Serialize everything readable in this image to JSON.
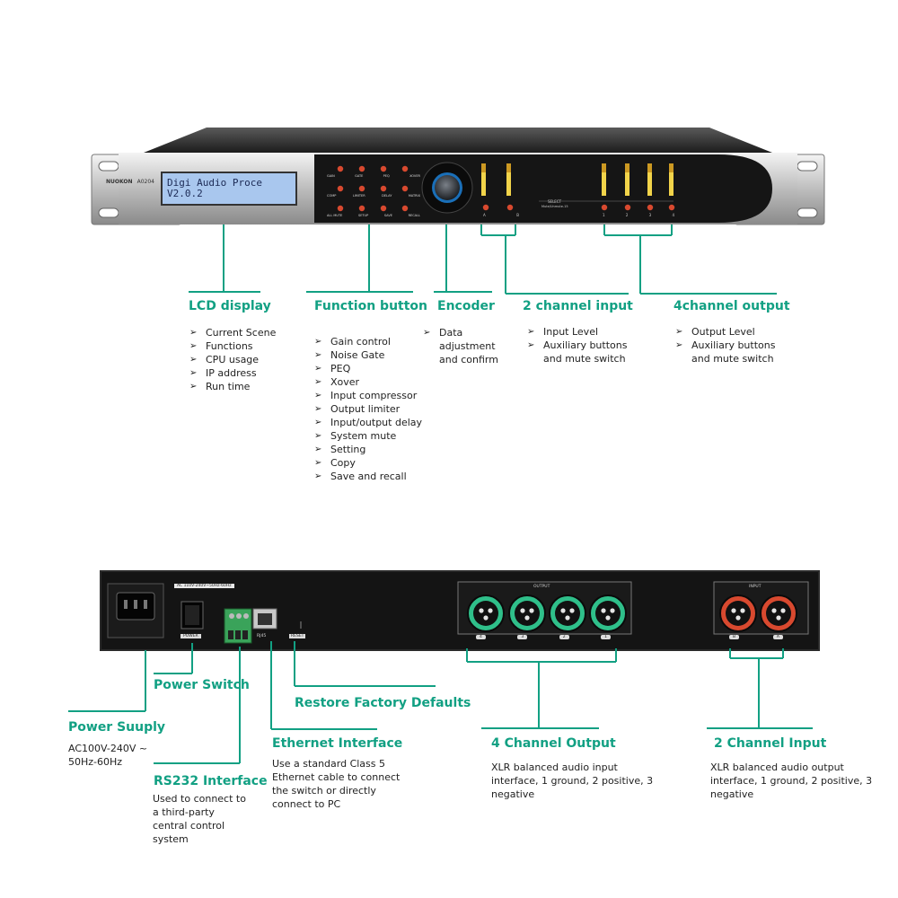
{
  "device": {
    "brand": "NUOKON",
    "model": "A0204",
    "lcd_line1": "Digi Audio Proce",
    "lcd_line2": "V2.0.2",
    "buttons_row1": [
      "GAIN",
      "GATE",
      "PEQ",
      "XOVER"
    ],
    "buttons_row2": [
      "COMP",
      "LIMITER",
      "DELAY",
      "MATRIX"
    ],
    "buttons_row3": [
      "ALL MUTE",
      "SETUP",
      "SAVE",
      "RECALL"
    ],
    "select_label": "SELECT",
    "mute_label": "Mute/Unmute-15",
    "input_channels": [
      "A",
      "B"
    ],
    "output_channels": [
      "1",
      "2",
      "3",
      "4"
    ],
    "rear_output_label": "OUTPUT",
    "rear_input_label": "INPUT",
    "rear_output_numbers": [
      "4",
      "3",
      "2",
      "1"
    ],
    "rear_input_numbers": [
      "B",
      "A"
    ],
    "power_rating": "AC 110V-240V~50Hz-60Hz",
    "power_button_label": "POWER",
    "reset_label": "RESET",
    "ethernet_label": "RJ45"
  },
  "annotations": {
    "lcd": {
      "title": "LCD display",
      "items": [
        "Current Scene",
        "Functions",
        "CPU usage",
        "IP address",
        "Run time"
      ]
    },
    "function": {
      "title": "Function button",
      "items": [
        "Gain control",
        "Noise Gate",
        "PEQ",
        "Xover",
        "Input compressor",
        "Output limiter",
        "Input/output delay",
        "System mute",
        "Setting",
        "Copy",
        "Save and recall"
      ]
    },
    "encoder": {
      "title": "Encoder",
      "items": [
        "Data adjustment and confirm"
      ]
    },
    "input2": {
      "title": "2 channel input",
      "items": [
        "Input Level",
        "Auxiliary buttons and mute switch"
      ]
    },
    "output4": {
      "title": "4channel output",
      "items": [
        "Output Level",
        "Auxiliary buttons and mute switch"
      ]
    },
    "power_supply": {
      "title": "Power Suuply",
      "desc": "AC100V-240V ~ 50Hz-60Hz"
    },
    "power_switch": {
      "title": "Power Switch"
    },
    "rs232": {
      "title": "RS232 Interface",
      "desc": "Used to connect to a third-party central control system"
    },
    "ethernet": {
      "title": "Ethernet Interface",
      "desc": "Use a standard Class 5 Ethernet cable to connect the switch or directly connect to PC"
    },
    "restore": {
      "title": "Restore Factory Defaults"
    },
    "out4_rear": {
      "title": "4 Channel Output",
      "desc": "XLR balanced audio input interface, 1 ground, 2 positive, 3 negative"
    },
    "in2_rear": {
      "title": "2 Channel Input",
      "desc": "XLR balanced audio output interface, 1 ground, 2 positive, 3 negative"
    }
  },
  "colors": {
    "accent": "#12a083",
    "button_red": "#d8492f",
    "xlr_green": "#2fbf8a",
    "xlr_red": "#d8492f",
    "lcd_blue": "#a9c7ee"
  }
}
